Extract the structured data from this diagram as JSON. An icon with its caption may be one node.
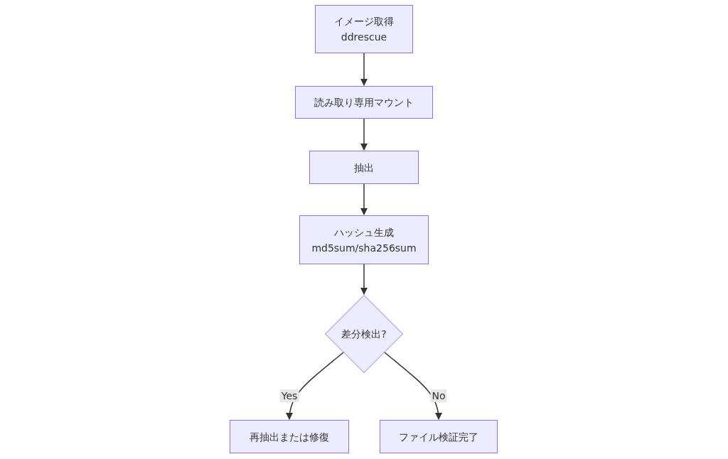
{
  "diagram": {
    "nodes": [
      {
        "text": [
          "イメージ取得",
          "ddrescue"
        ]
      },
      {
        "text": [
          "読み取り専用マウント"
        ]
      },
      {
        "text": [
          "抽出"
        ]
      },
      {
        "text": [
          "ハッシュ生成",
          "md5sum/sha256sum"
        ]
      },
      {
        "text": [
          "差分検出?"
        ]
      },
      {
        "text": [
          "再抽出または修復"
        ]
      },
      {
        "text": [
          "ファイル検証完了"
        ]
      }
    ],
    "edges": [
      {
        "from": 0,
        "to": 1,
        "arrow": "to"
      },
      {
        "from": 1,
        "to": 2,
        "arrow": "to"
      },
      {
        "from": 2,
        "to": 3,
        "arrow": "to"
      },
      {
        "from": 3,
        "to": 4,
        "arrow": "to"
      },
      {
        "from": 4,
        "to": 5,
        "arrow": "to",
        "label": "Yes"
      },
      {
        "from": 4,
        "to": 6,
        "arrow": "to",
        "label": "No"
      }
    ]
  }
}
